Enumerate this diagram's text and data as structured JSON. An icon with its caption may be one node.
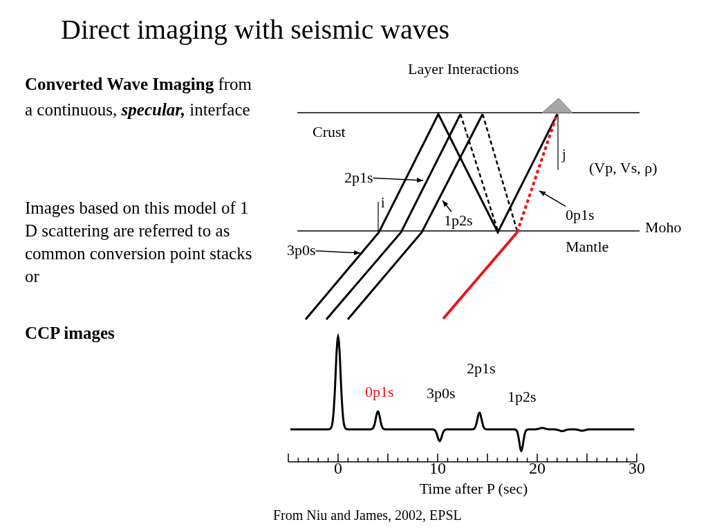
{
  "diagram": {
    "title": "Direct imaging with seismic waves",
    "caption": "From Niu and James, 2002, EPSL",
    "nodes": [
      {
        "text": [
          "2p1s"
        ]
      },
      {
        "text": [
          "3p0s"
        ]
      },
      {
        "text": [
          "1p2s"
        ]
      },
      {
        "text": [
          "0p1s"
        ]
      }
    ],
    "edges": [
      {
        "from": 0,
        "to": null,
        "arrow": "to"
      },
      {
        "from": 1,
        "to": null,
        "arrow": "to"
      },
      {
        "from": 2,
        "to": null,
        "arrow": "to"
      },
      {
        "from": 3,
        "to": null,
        "arrow": "to"
      }
    ],
    "labels": [
      "**Converted Wave Imaging** from a continuous, *specular,* interface",
      "Images based on this model of 1 D scattering are referred to as common conversion point stacks or",
      "CCP images",
      "Layer Interactions",
      "Crust",
      "j",
      "(Vp, Vs, ρ)",
      "i",
      "Moho",
      "Mantle",
      "2p1s",
      "0p1s",
      "3p0s",
      "1p2s",
      "0",
      "10",
      "20",
      "30",
      "Time after P (sec)"
    ]
  }
}
